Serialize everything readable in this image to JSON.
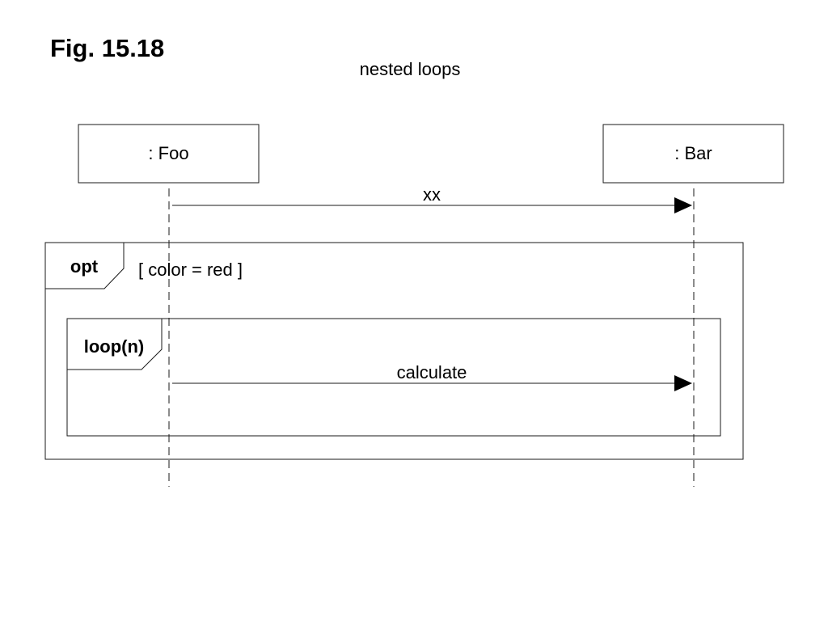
{
  "figure_label": "Fig. 15.18",
  "subtitle": "nested loops",
  "lifelines": {
    "foo": ": Foo",
    "bar": ": Bar"
  },
  "messages": {
    "xx": "xx",
    "calculate": "calculate"
  },
  "fragments": {
    "opt": {
      "operator": "opt",
      "guard": "[ color = red ]"
    },
    "loop": {
      "operator": "loop(n)"
    }
  },
  "colors": {
    "line": "#1a1a1a",
    "background": "#ffffff",
    "text": "#000000"
  }
}
